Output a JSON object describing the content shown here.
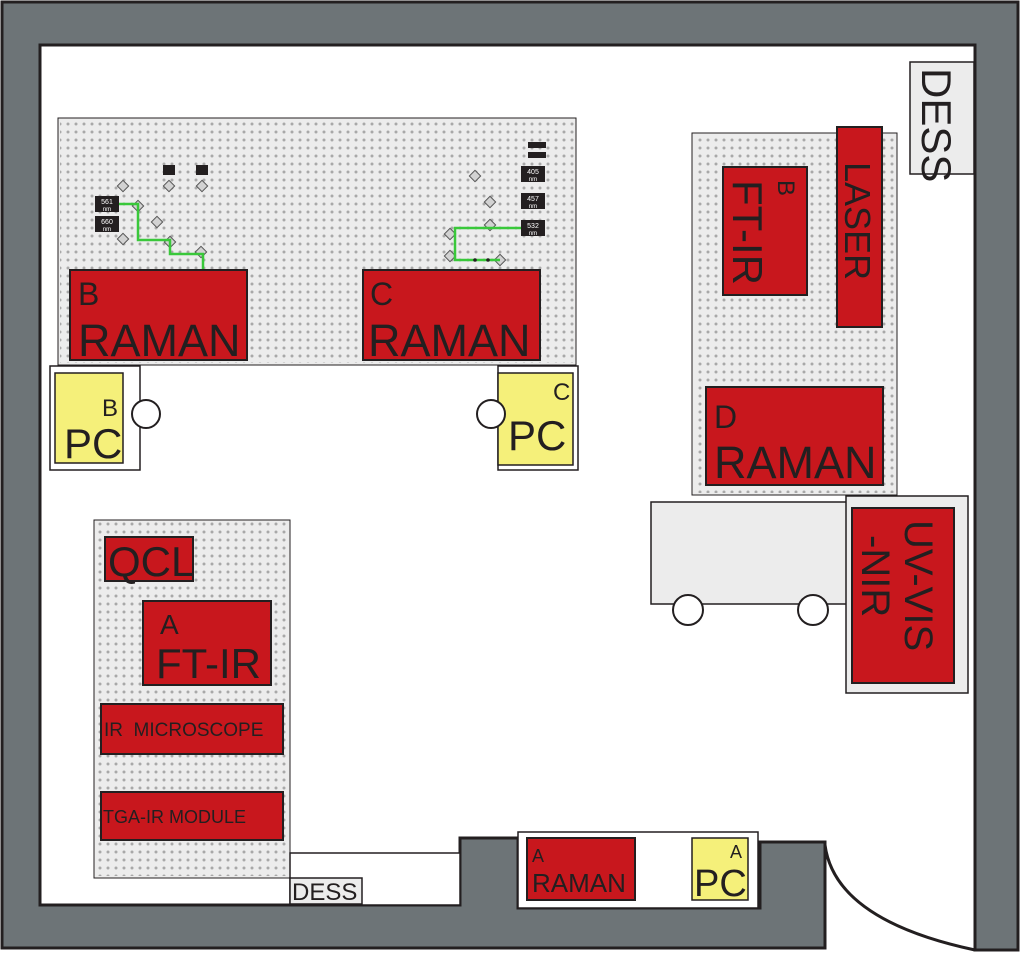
{
  "colors": {
    "wall": "#6d7477",
    "floor": "#ffffff",
    "table": "#ececec",
    "instrument": "#c8171d",
    "pc": "#f5f07a",
    "stroke": "#231f20",
    "laser_path": "#39c83a",
    "hole": "#a8a8a8"
  },
  "rooms": {
    "dess_top_right": "DESS",
    "dess_bottom": "DESS"
  },
  "instruments": {
    "b_raman": {
      "letter": "B",
      "name": "RAMAN"
    },
    "c_raman": {
      "letter": "C",
      "name": "RAMAN"
    },
    "b_ftir": {
      "letter": "B",
      "name": "FT-IR"
    },
    "laser": {
      "name": "LASER"
    },
    "d_raman": {
      "letter": "D",
      "name": "RAMAN"
    },
    "uv_vis_nir": {
      "line1": "UV-VIS",
      "line2": "-NIR"
    },
    "qcl": {
      "name": "QCL"
    },
    "a_ftir": {
      "letter": "A",
      "name": "FT-IR"
    },
    "ir_microscope": {
      "name": "IR  MICROSCOPE"
    },
    "tga_ir": {
      "name": "TGA-IR MODULE"
    },
    "a_raman": {
      "letter": "A",
      "name": "RAMAN"
    }
  },
  "pcs": {
    "pc_b": {
      "letter": "B",
      "name": "PC"
    },
    "pc_c": {
      "letter": "C",
      "name": "PC"
    },
    "pc_a": {
      "letter": "A",
      "name": "PC"
    }
  },
  "lasers_left": [
    {
      "nm": "561",
      "unit": "nm"
    },
    {
      "nm": "660",
      "unit": "nm"
    }
  ],
  "lasers_right": [
    {
      "nm": "405",
      "unit": "nm"
    },
    {
      "nm": "457",
      "unit": "nm"
    },
    {
      "nm": "532",
      "unit": "nm"
    }
  ]
}
